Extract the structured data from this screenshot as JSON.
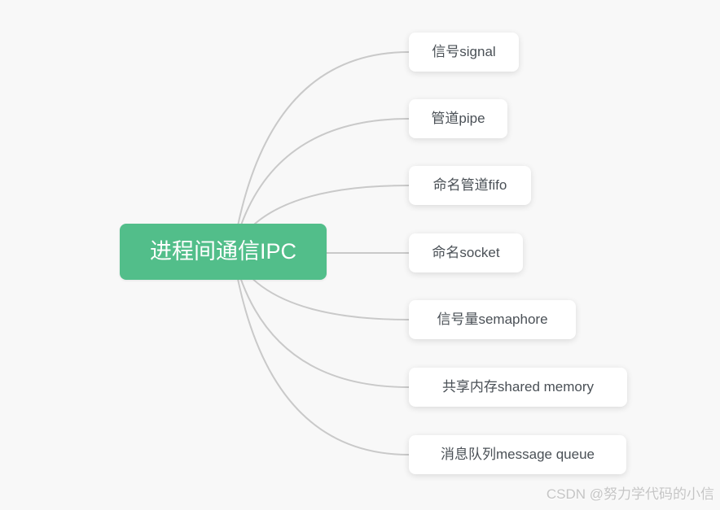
{
  "canvas": {
    "background": "#f8f8f8"
  },
  "mindmap": {
    "root": {
      "label": "进程间通信IPC",
      "fill": "#52be8a",
      "text_color": "#ffffff"
    },
    "branches": [
      {
        "label": "信号signal"
      },
      {
        "label": "管道pipe"
      },
      {
        "label": "命名管道fifo"
      },
      {
        "label": "命名socket"
      },
      {
        "label": "信号量semaphore"
      },
      {
        "label": "共享内存shared memory"
      },
      {
        "label": "消息队列message queue"
      }
    ],
    "connector_color": "#c9c9c9",
    "branch_fill": "#ffffff",
    "branch_text_color": "#4a5056"
  },
  "watermark": {
    "text": "CSDN @努力学代码的小信",
    "color": "#c5c5c5"
  }
}
